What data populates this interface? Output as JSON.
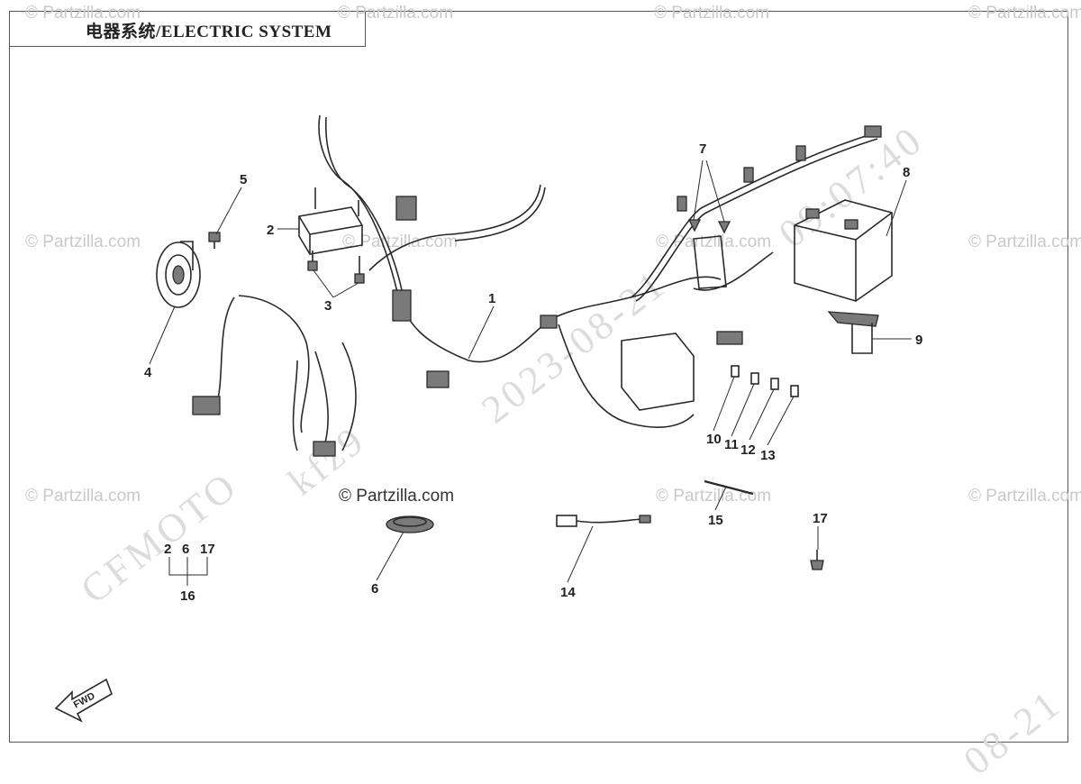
{
  "title": "电器系统/ELECTRIC SYSTEM",
  "watermarks": [
    "© Partzilla.com",
    "© Partzilla.com",
    "© Partzilla.com",
    "© Partzilla.com",
    "© Partzilla.com",
    "© Partzilla.com",
    "© Partzilla.com",
    "© Partzilla.com",
    "© Partzilla.com",
    "© Partzilla.com",
    "© Partzilla.com",
    "© Partzilla.com"
  ],
  "stamps": {
    "brand": "CFMOTO",
    "code": "kfz9",
    "date": "2023-08-21",
    "time": "09:07:40",
    "partial": "08-21"
  },
  "fwd_label": "FWD",
  "callouts": {
    "n1": "1",
    "n2": "2",
    "n3": "3",
    "n4": "4",
    "n5": "5",
    "n6": "6",
    "n7": "7",
    "n8": "8",
    "n9": "9",
    "n10": "10",
    "n11": "11",
    "n12": "12",
    "n13": "13",
    "n14": "14",
    "n15": "15",
    "n16": "16",
    "n17": "17",
    "kit_a": "2",
    "kit_b": "6",
    "kit_c": "17"
  }
}
